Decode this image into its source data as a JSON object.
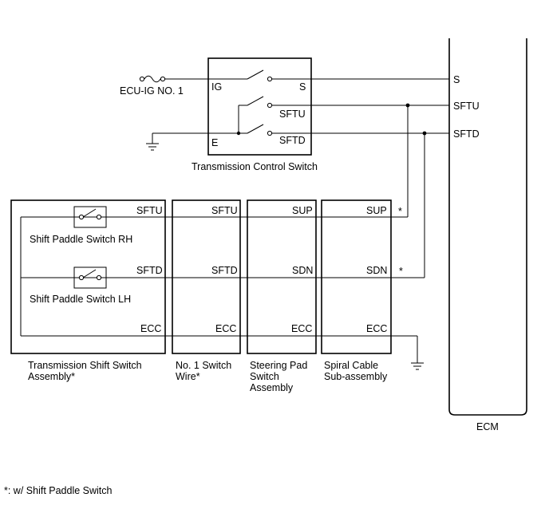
{
  "power": {
    "label": "ECU-IG NO. 1"
  },
  "tcs": {
    "name": "Transmission Control Switch",
    "pin_ig": "IG",
    "pin_s": "S",
    "pin_e": "E",
    "pin_sftu": "SFTU",
    "pin_sftd": "SFTD"
  },
  "ecm": {
    "name": "ECM",
    "pin_s": "S",
    "pin_sftu": "SFTU",
    "pin_sftd": "SFTD"
  },
  "assembly": {
    "name_line1": "Transmission Shift Switch",
    "name_line2": "Assembly*",
    "rh_label": "Shift Paddle Switch RH",
    "lh_label": "Shift Paddle Switch LH",
    "pin_sftu": "SFTU",
    "pin_sftd": "SFTD",
    "pin_ecc": "ECC"
  },
  "wire": {
    "name_line1": "No. 1 Switch",
    "name_line2": "Wire*",
    "pin_sftu": "SFTU",
    "pin_sftd": "SFTD",
    "pin_ecc": "ECC"
  },
  "steering": {
    "name_line1": "Steering Pad",
    "name_line2": "Switch",
    "name_line3": "Assembly",
    "pin_sup": "SUP",
    "pin_sdn": "SDN",
    "pin_ecc": "ECC"
  },
  "spiral": {
    "name_line1": "Spiral Cable",
    "name_line2": "Sub-assembly",
    "pin_sup": "SUP",
    "pin_sdn": "SDN",
    "pin_ecc": "ECC"
  },
  "markers": {
    "star1": "*",
    "star2": "*"
  },
  "footnote": "*: w/ Shift Paddle Switch"
}
